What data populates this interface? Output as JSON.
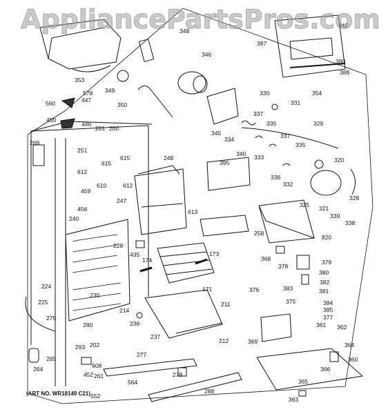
{
  "watermark": "AppliancePartsPros.com",
  "art_number": "(ART NO. WR18149 C21)",
  "callouts": [
    "348",
    "346",
    "387",
    "388",
    "380",
    "342",
    "353",
    "578",
    "447",
    "349",
    "350",
    "560",
    "330",
    "354",
    "331",
    "337",
    "335",
    "329",
    "345",
    "334",
    "340",
    "333",
    "337",
    "335",
    "450",
    "446",
    "201",
    "200",
    "268",
    "251",
    "615",
    "248",
    "395",
    "320",
    "612",
    "615",
    "612",
    "459",
    "610",
    "247",
    "613",
    "336",
    "332",
    "328",
    "325",
    "321",
    "339",
    "338",
    "456",
    "258",
    "820",
    "240",
    "228",
    "435",
    "174",
    "173",
    "368",
    "378",
    "379",
    "380",
    "382",
    "381",
    "384",
    "385",
    "377",
    "224",
    "225",
    "279",
    "230",
    "214",
    "376",
    "375",
    "383",
    "236",
    "237",
    "211",
    "171",
    "212",
    "362",
    "361",
    "369",
    "280",
    "265",
    "293",
    "202",
    "364",
    "360",
    "264",
    "608",
    "452",
    "261",
    "277",
    "278",
    "564",
    "366",
    "365",
    "363",
    "552",
    "288"
  ]
}
